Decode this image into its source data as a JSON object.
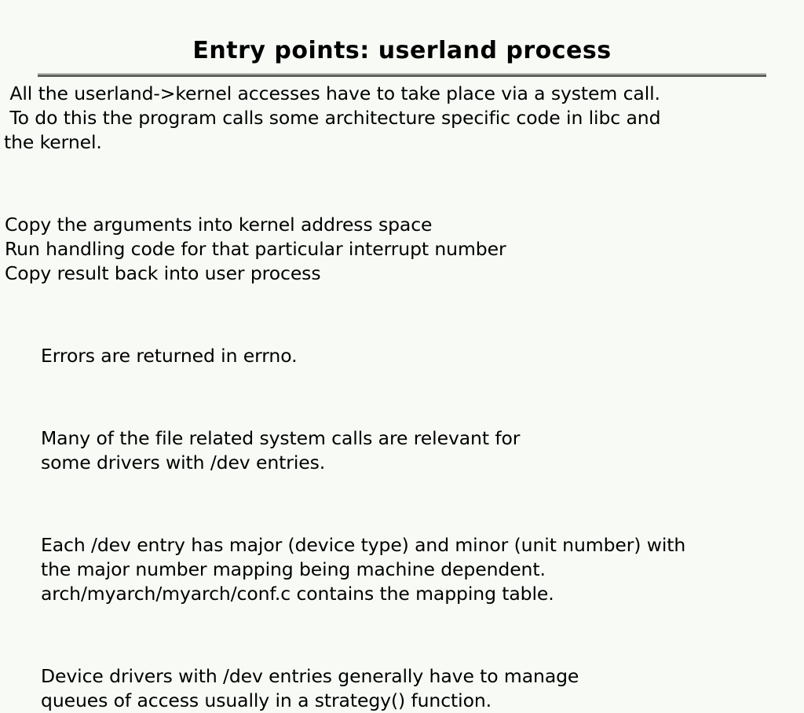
{
  "slide": {
    "title": "Entry points: userland process",
    "divider_color": "#5d625d",
    "background_color": "#f7faf5",
    "text_color": "#000000",
    "blocks": [
      {
        "id": "intro",
        "indent": "space",
        "lines": [
          " All the userland->kernel accesses have to take place via a system call.",
          " To do this the program calls some architecture specific code in libc and",
          "the kernel."
        ]
      },
      {
        "id": "syscall-steps",
        "indent": "list",
        "lines": [
          "Copy the arguments into kernel address space",
          "Run handling code for that particular interrupt number",
          "Copy result back into user process"
        ]
      },
      {
        "id": "errors",
        "indent": "none",
        "lines": [
          "Errors are returned in errno."
        ]
      },
      {
        "id": "file-syscalls",
        "indent": "none",
        "lines": [
          "Many of the file related system calls are relevant for",
          "some drivers with /dev entries."
        ]
      },
      {
        "id": "dev-entries",
        "indent": "none",
        "lines": [
          "Each /dev entry has major (device type) and minor (unit number) with",
          "the major number mapping being machine dependent.",
          "arch/myarch/myarch/conf.c contains the mapping table."
        ]
      },
      {
        "id": "device-drivers",
        "indent": "none",
        "lines": [
          "Device drivers with /dev entries generally have to manage",
          "queues of access usually in a strategy() function."
        ]
      }
    ]
  }
}
